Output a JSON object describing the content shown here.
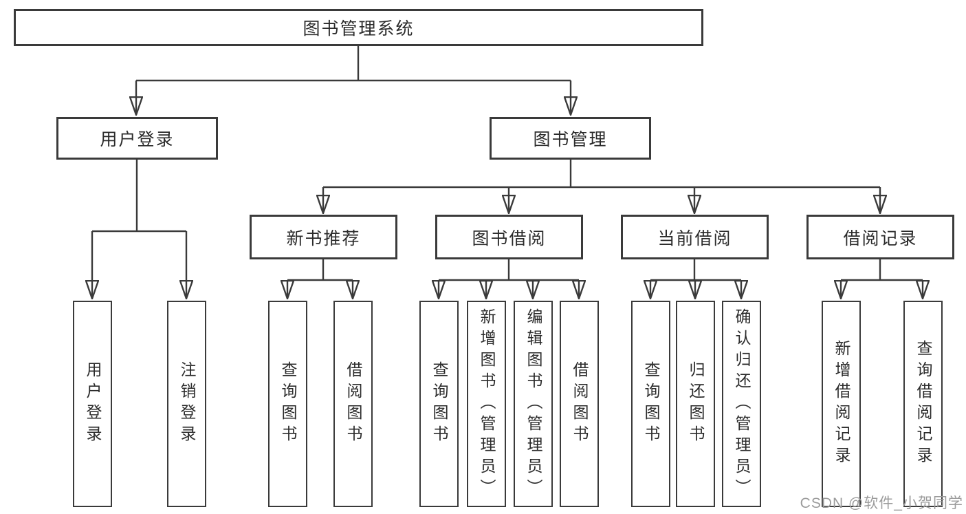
{
  "diagram": {
    "title": "图书管理系统",
    "branches": [
      {
        "label": "用户登录",
        "children": [
          "用户登录",
          "注销登录"
        ]
      },
      {
        "label": "图书管理",
        "groups": [
          {
            "label": "新书推荐",
            "children": [
              "查询图书",
              "借阅图书"
            ]
          },
          {
            "label": "图书借阅",
            "children": [
              "查询图书",
              "新增图书（管理员）",
              "编辑图书（管理员）",
              "借阅图书"
            ]
          },
          {
            "label": "当前借阅",
            "children": [
              "查询图书",
              "归还图书",
              "确认归还（管理员）"
            ]
          },
          {
            "label": "借阅记录",
            "children": [
              "新增借阅记录",
              "查询借阅记录"
            ]
          }
        ]
      }
    ]
  },
  "watermark": "CSDN @软件_小贺同学",
  "colors": {
    "line": "#3a3a3a",
    "text": "#2b2b2b",
    "watermark": "#9b9b9b",
    "background": "#ffffff"
  }
}
